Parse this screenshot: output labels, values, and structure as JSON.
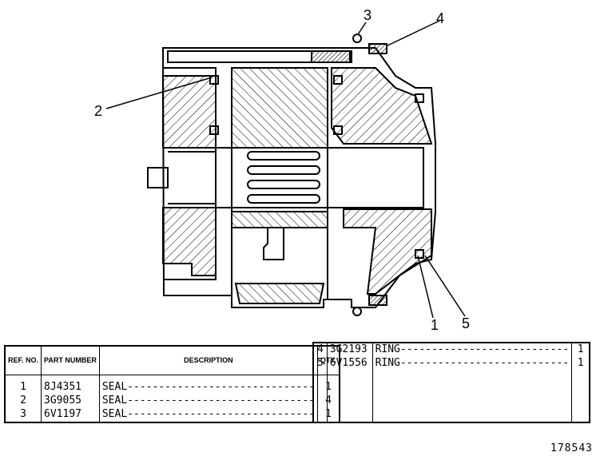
{
  "callouts": [
    "1",
    "2",
    "3",
    "4",
    "5"
  ],
  "left_table": {
    "headers": {
      "ref": "REF. NO.",
      "part": "PART NUMBER",
      "desc": "DESCRIPTION",
      "qty": "QTY."
    },
    "rows": [
      {
        "ref": "1",
        "part": "8J4351",
        "desc": "SEAL",
        "qty": "1"
      },
      {
        "ref": "2",
        "part": "3G9055",
        "desc": "SEAL",
        "qty": "4"
      },
      {
        "ref": "3",
        "part": "6V1197",
        "desc": "SEAL",
        "qty": "1"
      }
    ]
  },
  "right_table": {
    "rows": [
      {
        "ref": "4",
        "part": "3G2193",
        "desc": "RING",
        "qty": "1"
      },
      {
        "ref": "5",
        "part": "6V1556",
        "desc": "RING",
        "qty": "1"
      }
    ]
  },
  "figure_number": "178543"
}
